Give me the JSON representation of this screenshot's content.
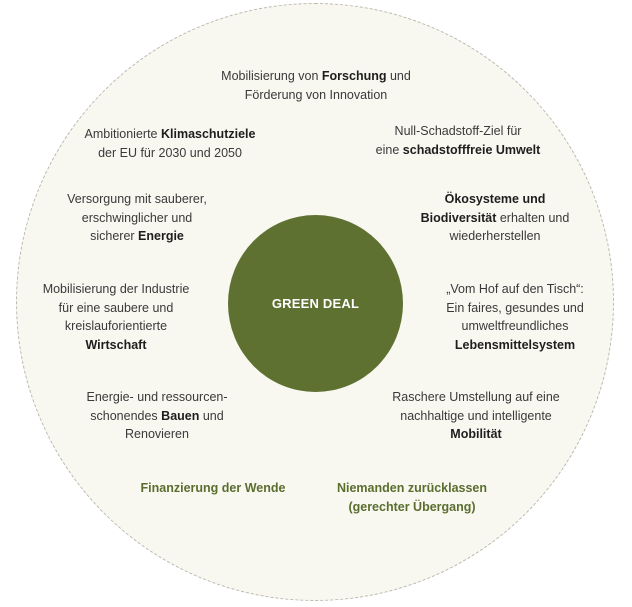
{
  "center_label": "GREEN DEAL",
  "colors": {
    "center_fill": "#5e7131",
    "accent_text": "#5a6e2e",
    "background": "#f8f7f0"
  },
  "items": [
    {
      "id": "forschung",
      "lines": [
        [
          {
            "t": "Mobilisierung von "
          },
          {
            "t": "Forschung",
            "b": true
          },
          {
            "t": " und"
          }
        ],
        [
          {
            "t": "Förderung von Innovation"
          }
        ]
      ]
    },
    {
      "id": "klimaschutz",
      "lines": [
        [
          {
            "t": "Ambitionierte "
          },
          {
            "t": "Klimaschutziele",
            "b": true
          }
        ],
        [
          {
            "t": "der EU für 2030 und 2050"
          }
        ]
      ]
    },
    {
      "id": "schadstoff",
      "lines": [
        [
          {
            "t": "Null-Schadstoff-Ziel für"
          }
        ],
        [
          {
            "t": "eine "
          },
          {
            "t": "schadstofffreie Umwelt",
            "b": true
          }
        ]
      ]
    },
    {
      "id": "energie",
      "lines": [
        [
          {
            "t": "Versorgung mit sauberer,"
          }
        ],
        [
          {
            "t": "erschwinglicher und"
          }
        ],
        [
          {
            "t": "sicherer "
          },
          {
            "t": "Energie",
            "b": true
          }
        ]
      ]
    },
    {
      "id": "oekosysteme",
      "lines": [
        [
          {
            "t": "Ökosysteme und",
            "b": true
          }
        ],
        [
          {
            "t": "Biodiversität",
            "b": true
          },
          {
            "t": " erhalten und"
          }
        ],
        [
          {
            "t": "wiederherstellen"
          }
        ]
      ]
    },
    {
      "id": "wirtschaft",
      "lines": [
        [
          {
            "t": "Mobilisierung der Industrie"
          }
        ],
        [
          {
            "t": "für eine saubere und"
          }
        ],
        [
          {
            "t": "kreislauforientierte"
          }
        ],
        [
          {
            "t": "Wirtschaft",
            "b": true
          }
        ]
      ]
    },
    {
      "id": "hof-tisch",
      "lines": [
        [
          {
            "t": "„Vom Hof auf den Tisch“:"
          }
        ],
        [
          {
            "t": "Ein faires, gesundes und"
          }
        ],
        [
          {
            "t": "umweltfreundliches"
          }
        ],
        [
          {
            "t": "Lebensmittelsystem",
            "b": true
          }
        ]
      ]
    },
    {
      "id": "bauen",
      "lines": [
        [
          {
            "t": "Energie- und ressourcen-"
          }
        ],
        [
          {
            "t": "schonendes "
          },
          {
            "t": "Bauen",
            "b": true
          },
          {
            "t": " und"
          }
        ],
        [
          {
            "t": "Renovieren"
          }
        ]
      ]
    },
    {
      "id": "mobilitaet",
      "lines": [
        [
          {
            "t": "Raschere Umstellung auf eine"
          }
        ],
        [
          {
            "t": "nachhaltige und intelligente"
          }
        ],
        [
          {
            "t": "Mobilität",
            "b": true
          }
        ]
      ]
    },
    {
      "id": "finanzierung",
      "green": true,
      "lines": [
        [
          {
            "t": "Finanzierung der Wende"
          }
        ]
      ]
    },
    {
      "id": "niemanden",
      "green": true,
      "lines": [
        [
          {
            "t": "Niemanden zurücklassen"
          }
        ],
        [
          {
            "t": "(gerechter Übergang)"
          }
        ]
      ]
    }
  ]
}
